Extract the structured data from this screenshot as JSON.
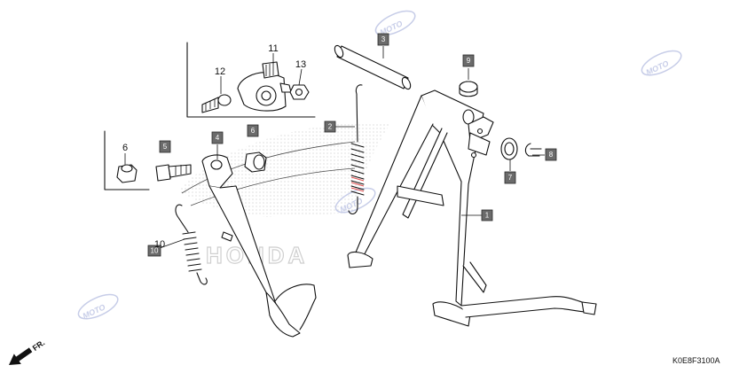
{
  "diagram": {
    "code": "K0E8F3100A",
    "direction_label": "FR.",
    "watermark_text": "MOTO",
    "brand_text": "HONDA",
    "colors": {
      "tag_fill": "#6b6b6b",
      "spring_highlight": "#e05050",
      "watermark": "#c7cde8"
    },
    "callouts": [
      {
        "id": "c1",
        "label": "1",
        "style": "tag",
        "part": "main-stand"
      },
      {
        "id": "c2",
        "label": "2",
        "style": "tag",
        "part": "main-stand-spring"
      },
      {
        "id": "c3",
        "label": "3",
        "style": "tag",
        "part": "pivot-pipe"
      },
      {
        "id": "c4",
        "label": "4",
        "style": "tag",
        "part": "side-stand"
      },
      {
        "id": "c5",
        "label": "5",
        "style": "tag",
        "part": "pivot-bolt"
      },
      {
        "id": "c6a",
        "label": "6",
        "style": "tag",
        "part": "nut"
      },
      {
        "id": "c6b",
        "label": "6",
        "style": "plain",
        "part": "nut"
      },
      {
        "id": "c7",
        "label": "7",
        "style": "tag",
        "part": "washer"
      },
      {
        "id": "c8",
        "label": "8",
        "style": "tag",
        "part": "cotter-pin"
      },
      {
        "id": "c9",
        "label": "9",
        "style": "tag",
        "part": "stopper-rubber"
      },
      {
        "id": "c10a",
        "label": "10",
        "style": "tag",
        "part": "side-stand-spring"
      },
      {
        "id": "c10b",
        "label": "10",
        "style": "plain",
        "part": "side-stand-spring"
      },
      {
        "id": "c11",
        "label": "11",
        "style": "plain",
        "part": "side-stand-switch"
      },
      {
        "id": "c12",
        "label": "12",
        "style": "plain",
        "part": "switch-bolt"
      },
      {
        "id": "c13",
        "label": "13",
        "style": "plain",
        "part": "switch-nut"
      }
    ]
  }
}
